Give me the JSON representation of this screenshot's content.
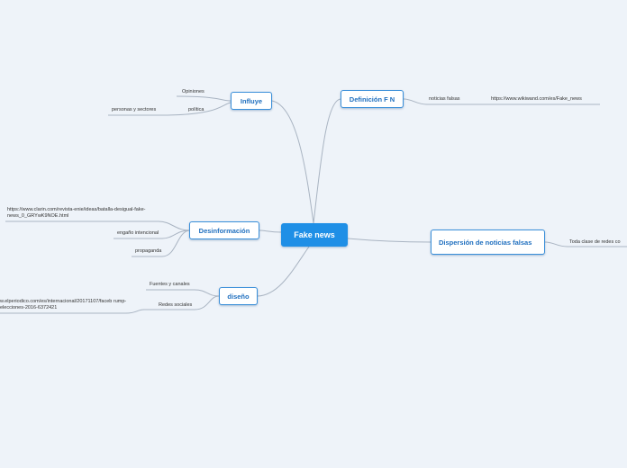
{
  "central": "Fake news",
  "branches": {
    "influye": {
      "label": "Influye",
      "children": [
        "Opiniones",
        "política"
      ],
      "subchildren": [
        "personas y sectores"
      ]
    },
    "definicion": {
      "label": "Definición F N",
      "children": [
        "noticias falsas"
      ],
      "subchildren": [
        "https://www.wikiwand.com/es/Fake_news"
      ]
    },
    "desinformacion": {
      "label": "Desinformación",
      "children": [
        "engaño intencional",
        "propaganda"
      ],
      "subchildren": [
        "https://www.clarin.com/revista-enie/ideas/batalla-desigual-fake-news_0_GRYwK9NOE.html"
      ]
    },
    "dispersion": {
      "label": "Dispersión de noticias falsas",
      "children": [
        "Toda clase de redes co"
      ]
    },
    "diseno": {
      "label": "diseño",
      "children": [
        "Fuentes y canales",
        "Redes sociales"
      ],
      "subchildren": [
        "w.elperiodico.com/es/internacional/20171107/faceb rump-elecciones-2016-6372421"
      ]
    }
  },
  "colors": {
    "accent": "#1f8fe6",
    "border": "#3a8fd9",
    "line": "#a9b4c2",
    "background": "#eef3f9"
  }
}
